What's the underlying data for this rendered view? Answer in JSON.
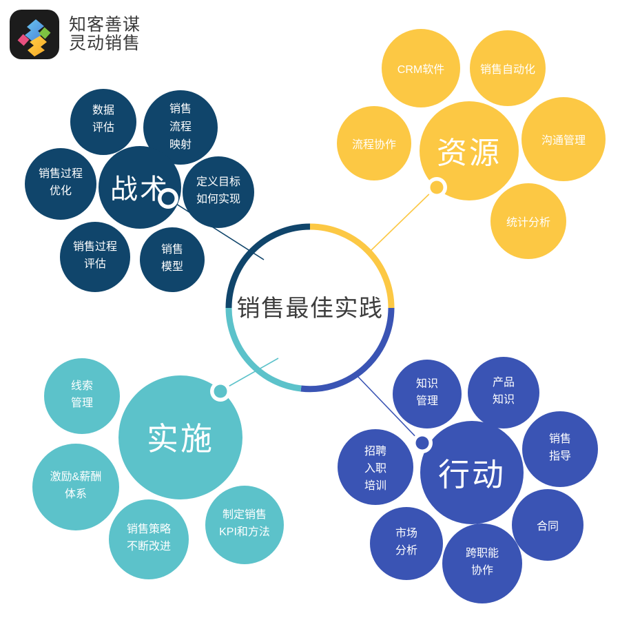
{
  "brand": {
    "logo_icon": "app-logo-icon",
    "line1": "知客善谋",
    "line2": "灵动销售"
  },
  "hub": {
    "label": "销售最佳实践",
    "ring_segments": [
      {
        "name": "tactics",
        "color": "#10456b"
      },
      {
        "name": "resources",
        "color": "#fcc844"
      },
      {
        "name": "action",
        "color": "#3a54b4"
      },
      {
        "name": "implementation",
        "color": "#5cc2ca"
      }
    ]
  },
  "colors": {
    "navy": "#10456b",
    "yellow": "#fcc844",
    "teal": "#5cc2ca",
    "blue": "#3a54b4",
    "hub_text": "#3d3d3d",
    "background": "#ffffff"
  },
  "clusters": [
    {
      "id": "tactics",
      "title": "战术",
      "color": "#10456b",
      "leaves": [
        {
          "id": "tactics-leaf-1",
          "lines": [
            "数据",
            "评估"
          ]
        },
        {
          "id": "tactics-leaf-2",
          "lines": [
            "销售",
            "流程",
            "映射"
          ]
        },
        {
          "id": "tactics-leaf-3",
          "lines": [
            "销售过程",
            "优化"
          ]
        },
        {
          "id": "tactics-leaf-4",
          "lines": [
            "定义目标",
            "如何实现"
          ]
        },
        {
          "id": "tactics-leaf-5",
          "lines": [
            "销售过程",
            "评估"
          ]
        },
        {
          "id": "tactics-leaf-6",
          "lines": [
            "销售",
            "模型"
          ]
        }
      ]
    },
    {
      "id": "resources",
      "title": "资源",
      "color": "#fcc844",
      "leaves": [
        {
          "id": "resources-leaf-1",
          "lines": [
            "CRM软件"
          ]
        },
        {
          "id": "resources-leaf-2",
          "lines": [
            "销售自动化"
          ]
        },
        {
          "id": "resources-leaf-3",
          "lines": [
            "流程协作"
          ]
        },
        {
          "id": "resources-leaf-4",
          "lines": [
            "沟通管理"
          ]
        },
        {
          "id": "resources-leaf-5",
          "lines": [
            "统计分析"
          ]
        }
      ]
    },
    {
      "id": "implementation",
      "title": "实施",
      "color": "#5cc2ca",
      "leaves": [
        {
          "id": "implementation-leaf-1",
          "lines": [
            "线索",
            "管理"
          ]
        },
        {
          "id": "implementation-leaf-2",
          "lines": [
            "激励&薪酬",
            "体系"
          ]
        },
        {
          "id": "implementation-leaf-3",
          "lines": [
            "销售策略",
            "不断改进"
          ]
        },
        {
          "id": "implementation-leaf-4",
          "lines": [
            "制定销售",
            "KPI和方法"
          ]
        }
      ]
    },
    {
      "id": "action",
      "title": "行动",
      "color": "#3a54b4",
      "leaves": [
        {
          "id": "action-leaf-1",
          "lines": [
            "知识",
            "管理"
          ]
        },
        {
          "id": "action-leaf-2",
          "lines": [
            "产品",
            "知识"
          ]
        },
        {
          "id": "action-leaf-3",
          "lines": [
            "招聘",
            "入职",
            "培训"
          ]
        },
        {
          "id": "action-leaf-4",
          "lines": [
            "销售",
            "指导"
          ]
        },
        {
          "id": "action-leaf-5",
          "lines": [
            "市场",
            "分析"
          ]
        },
        {
          "id": "action-leaf-6",
          "lines": [
            "合同"
          ]
        },
        {
          "id": "action-leaf-7",
          "lines": [
            "跨职能",
            "协作"
          ]
        }
      ]
    }
  ]
}
